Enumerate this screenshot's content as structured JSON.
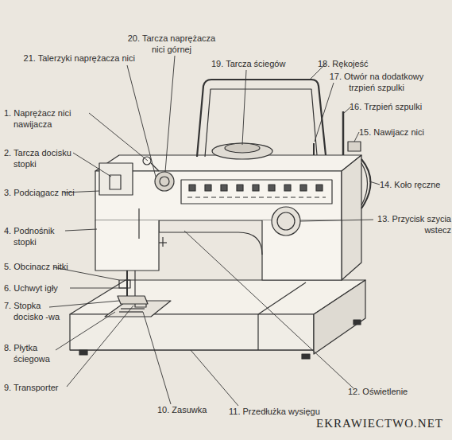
{
  "diagram": {
    "labels": [
      "1. Naprężacz nici nawijacza",
      "2. Tarcza docisku stopki",
      "3. Podciągacz nici",
      "4. Podnośnik stopki",
      "5. Obcinacz nitki",
      "6. Uchwyt igły",
      "7. Stopka docisko -wa",
      "8. Płytka ściegowa",
      "9. Transporter",
      "10. Zasuwka",
      "11. Przedłużka wysięgu",
      "12. Oświetlenie",
      "13. Przycisk szycia wstecz",
      "14. Koło ręczne",
      "15. Nawijacz nici",
      "16. Trzpień szpulki",
      "17. Otwór na dodatkowy trzpień szpulki",
      "18. Rękojeść",
      "19. Tarcza ściegów",
      "20. Tarcza naprężacza nici górnej",
      "21. Talerzyki naprężacza nici",
      "EKRAWIECTWO.NET"
    ]
  }
}
